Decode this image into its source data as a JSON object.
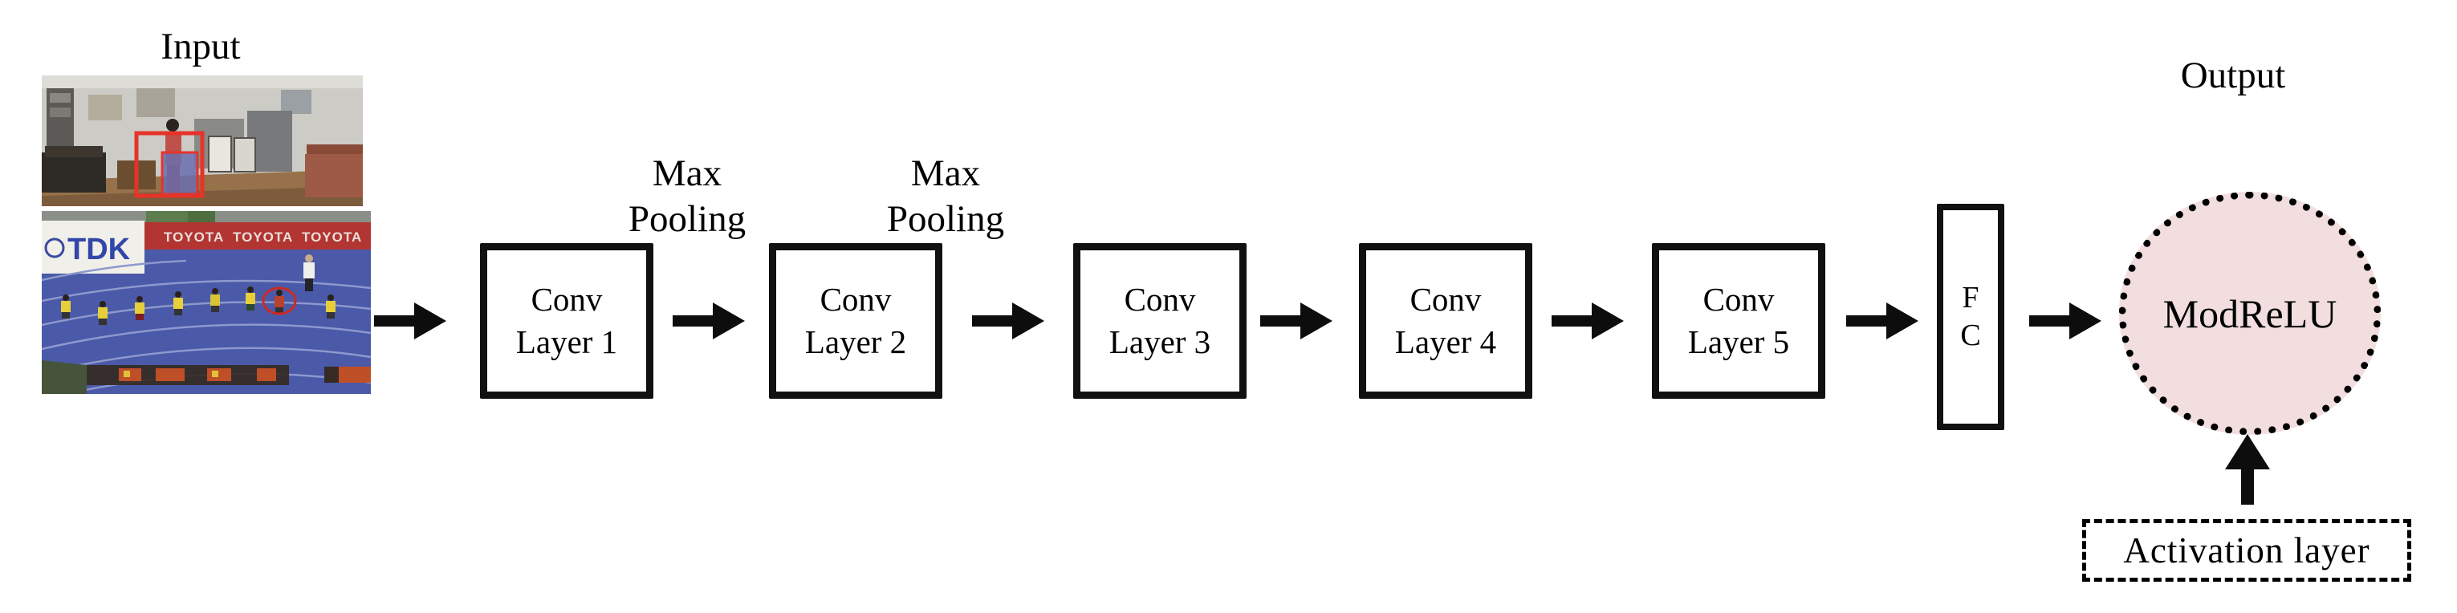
{
  "labels": {
    "input": "Input",
    "output": "Output"
  },
  "pooling": {
    "line1": "Max",
    "line2": "Pooling"
  },
  "layers": [
    {
      "line1": "Conv",
      "line2": "Layer 1"
    },
    {
      "line1": "Conv",
      "line2": "Layer 2"
    },
    {
      "line1": "Conv",
      "line2": "Layer 3"
    },
    {
      "line1": "Conv",
      "line2": "Layer 4"
    },
    {
      "line1": "Conv",
      "line2": "Layer 5"
    }
  ],
  "fc": {
    "line1": "F",
    "line2": "C"
  },
  "modrelu": "ModReLU",
  "activation_box": "Activation layer",
  "photos": {
    "tdk": "TDK",
    "toyota": "TOYOTA"
  },
  "colors": {
    "node_fill": "#f2dede",
    "ink": "#111111",
    "track_blue": "#4a59a8",
    "banner_red": "#b23531"
  }
}
